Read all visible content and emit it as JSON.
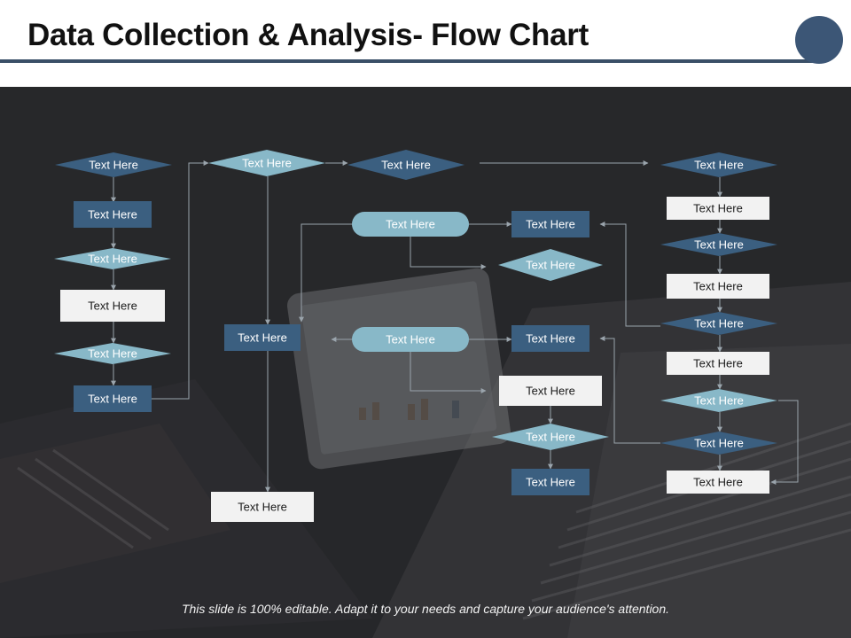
{
  "title": "Data Collection & Analysis- Flow Chart",
  "footer_note": "This slide is 100% editable. Adapt it to your needs and capture your audience's attention.",
  "colors": {
    "dark_blue": "#3b5f80",
    "light_blue": "#88b8c8",
    "white_box": "#f2f2f2",
    "navy": "#39506c",
    "connector": "#9aa4ac",
    "title_bar": "#3a4f67"
  },
  "nodes": [
    {
      "id": "n1",
      "shape": "diamond",
      "style": "dark",
      "label": "Text Here"
    },
    {
      "id": "n2",
      "shape": "rect",
      "style": "dark",
      "label": "Text Here"
    },
    {
      "id": "n3",
      "shape": "diamond",
      "style": "light",
      "label": "Text Here"
    },
    {
      "id": "n4",
      "shape": "rect",
      "style": "white",
      "label": "Text Here"
    },
    {
      "id": "n5",
      "shape": "diamond",
      "style": "light",
      "label": "Text Here"
    },
    {
      "id": "n6",
      "shape": "rect",
      "style": "dark",
      "label": "Text Here"
    },
    {
      "id": "n7",
      "shape": "diamond",
      "style": "light",
      "label": "Text Here"
    },
    {
      "id": "n8",
      "shape": "rect",
      "style": "dark",
      "label": "Text Here"
    },
    {
      "id": "n9",
      "shape": "rect",
      "style": "white",
      "label": "Text Here"
    },
    {
      "id": "n10",
      "shape": "diamond",
      "style": "dark",
      "label": "Text Here"
    },
    {
      "id": "n11",
      "shape": "pill",
      "style": "light",
      "label": "Text Here"
    },
    {
      "id": "n12",
      "shape": "pill",
      "style": "light",
      "label": "Text Here"
    },
    {
      "id": "n13",
      "shape": "rect",
      "style": "dark",
      "label": "Text Here"
    },
    {
      "id": "n14",
      "shape": "diamond",
      "style": "light",
      "label": "Text Here"
    },
    {
      "id": "n15",
      "shape": "rect",
      "style": "dark",
      "label": "Text Here"
    },
    {
      "id": "n16",
      "shape": "rect",
      "style": "white",
      "label": "Text Here"
    },
    {
      "id": "n17",
      "shape": "diamond",
      "style": "light",
      "label": "Text Here"
    },
    {
      "id": "n18",
      "shape": "rect",
      "style": "dark",
      "label": "Text Here"
    },
    {
      "id": "n19",
      "shape": "diamond",
      "style": "dark",
      "label": "Text Here"
    },
    {
      "id": "n20",
      "shape": "rect",
      "style": "white",
      "label": "Text Here"
    },
    {
      "id": "n21",
      "shape": "diamond",
      "style": "dark",
      "label": "Text Here"
    },
    {
      "id": "n22",
      "shape": "rect",
      "style": "white",
      "label": "Text Here"
    },
    {
      "id": "n23",
      "shape": "diamond",
      "style": "dark",
      "label": "Text Here"
    },
    {
      "id": "n24",
      "shape": "rect",
      "style": "white",
      "label": "Text Here"
    },
    {
      "id": "n25",
      "shape": "diamond",
      "style": "light",
      "label": "Text Here"
    },
    {
      "id": "n26",
      "shape": "diamond",
      "style": "dark",
      "label": "Text Here"
    },
    {
      "id": "n27",
      "shape": "rect",
      "style": "white",
      "label": "Text Here"
    }
  ]
}
